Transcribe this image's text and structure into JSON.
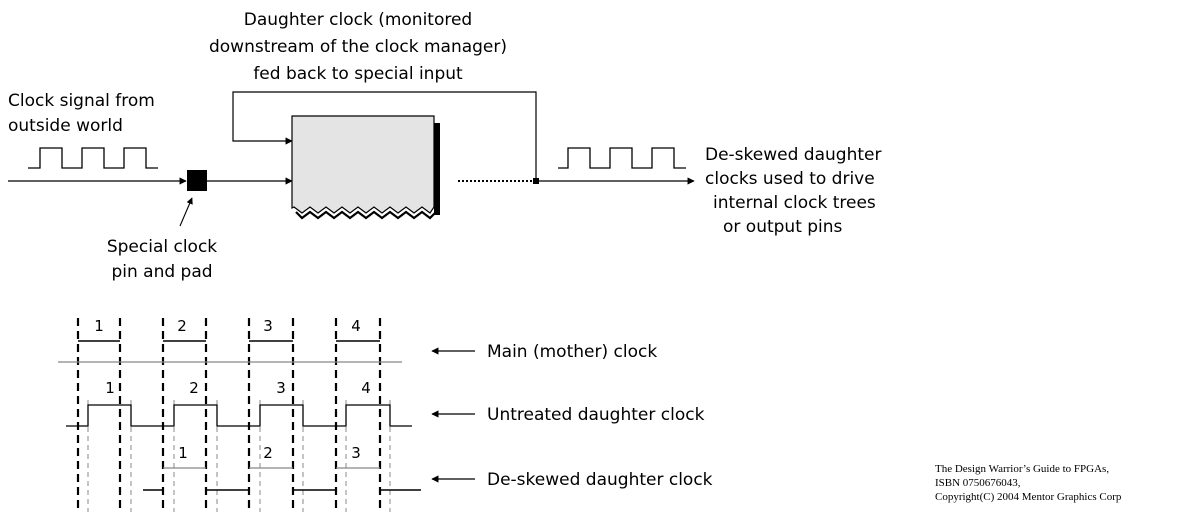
{
  "top": {
    "feedback_label": [
      "Daughter clock (monitored",
      "downstream of the clock manager)",
      "fed back to special input"
    ],
    "source_label": [
      "Clock signal from",
      "outside world"
    ],
    "pin_label": [
      "Special clock",
      "pin and pad"
    ],
    "output_label": [
      "De-skewed daughter",
      "clocks used to drive",
      "internal clock trees",
      "or output pins"
    ]
  },
  "timing": {
    "main_label": "Main (mother) clock",
    "untreated_label": "Untreated daughter clock",
    "deskewed_label": "De-skewed daughter clock",
    "main_numbers": [
      "1",
      "2",
      "3",
      "4"
    ],
    "untreated_numbers": [
      "1",
      "2",
      "3",
      "4"
    ],
    "deskewed_numbers": [
      "1",
      "2",
      "3"
    ]
  },
  "copyright": [
    "The Design Warrior’s Guide to FPGAs,",
    "ISBN 0750676043,",
    "Copyright(C) 2004 Mentor Graphics Corp"
  ],
  "colors": {
    "box_fill": "#e4e4e4",
    "line": "#000000",
    "guide": "#888888"
  }
}
